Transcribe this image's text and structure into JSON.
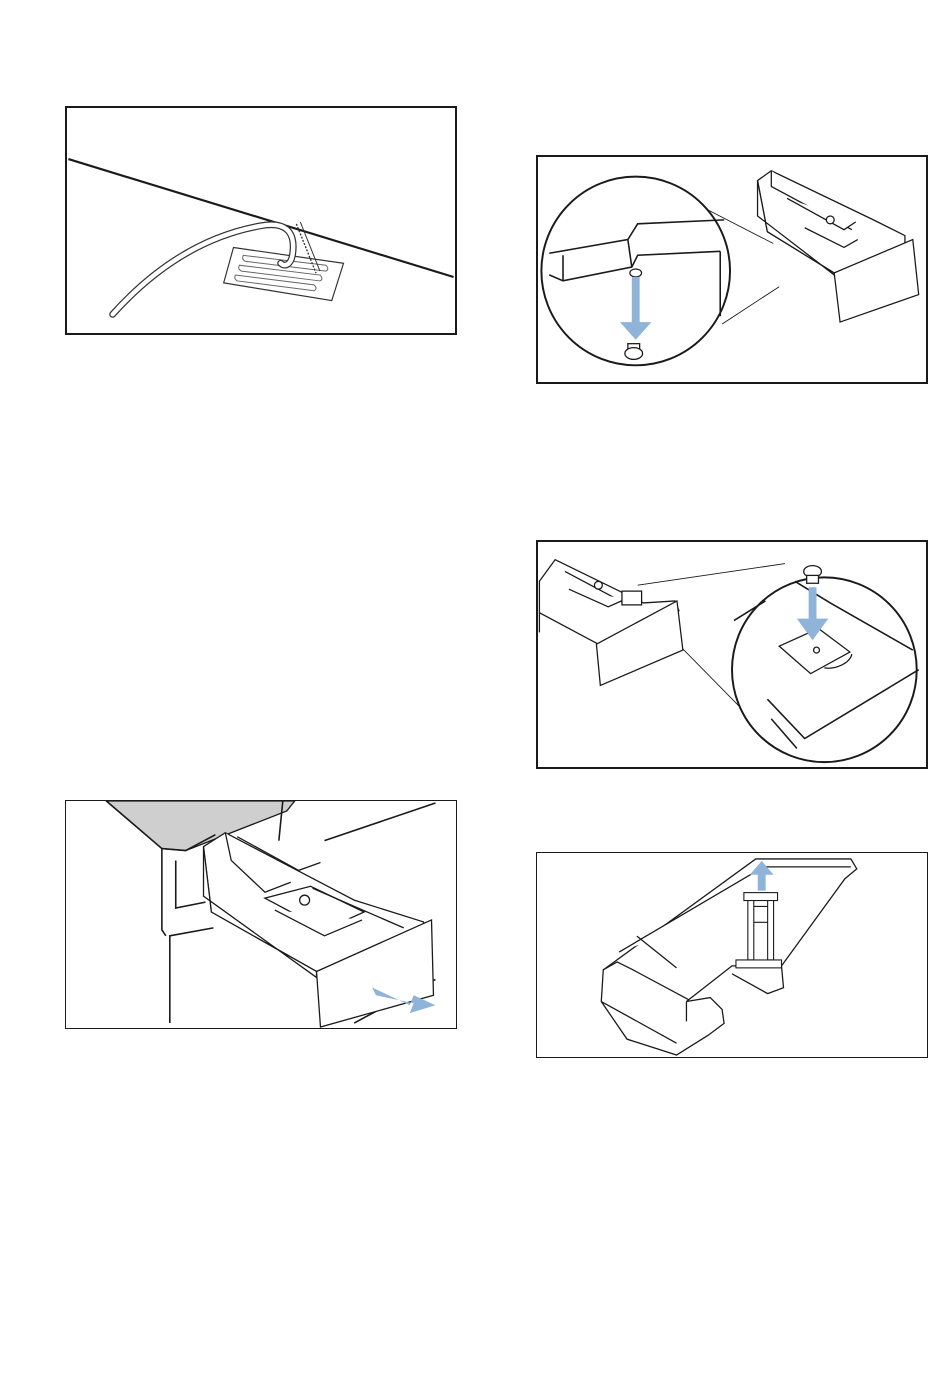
{
  "page": {
    "background": "#ffffff",
    "line_color": "#1a1a1a",
    "arrow_color": "#8fb3d9",
    "panel_shade": "#cfcfcf"
  },
  "figures": [
    {
      "id": "hose-clip",
      "depicts": "hose-icon"
    },
    {
      "id": "remove-nozzle",
      "depicts": "nozzle-remove-icon"
    },
    {
      "id": "insert-nozzle",
      "depicts": "nozzle-insert-icon"
    },
    {
      "id": "pull-out-drawer",
      "depicts": "drawer-pull-icon"
    },
    {
      "id": "lift-siphon",
      "depicts": "siphon-lift-icon"
    }
  ]
}
